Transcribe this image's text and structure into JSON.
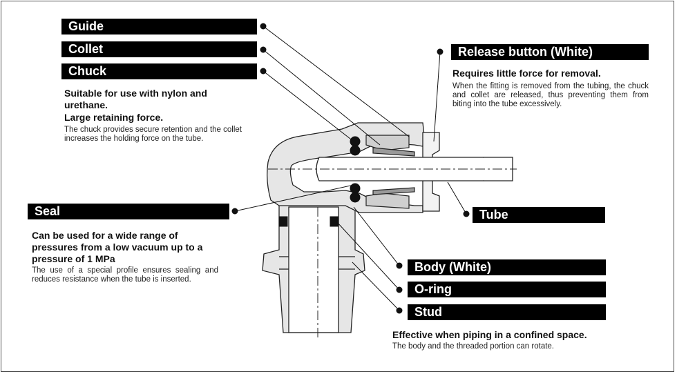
{
  "colors": {
    "label_bg": "#000000",
    "label_text": "#ffffff",
    "part_fill": "#e6e6e6",
    "frame": "#4a4a4a"
  },
  "labels": {
    "guide": "Guide",
    "collet": "Collet",
    "chuck": "Chuck",
    "release_button": "Release button (White)",
    "seal": "Seal",
    "tube": "Tube",
    "body": "Body (White)",
    "oring": "O-ring",
    "stud": "Stud"
  },
  "notes": {
    "chuck": {
      "head1": "Suitable for use with nylon and urethane.",
      "head2": "Large retaining force.",
      "body": "The chuck provides secure retention and the collet increases the holding force on the tube."
    },
    "release": {
      "head": "Requires little force for removal.",
      "body": "When the fitting is removed from the tubing, the chuck and collet are released, thus preventing them from biting into the tube excessively."
    },
    "seal": {
      "head": "Can be used for a wide range of pressures from a low vacuum up to a pressure of 1 MPa",
      "body": "The use of a special profile ensures sealing and reduces resistance when the tube is inserted."
    },
    "stud": {
      "head": "Effective when piping in a confined space.",
      "body": "The body and the threaded portion can rotate."
    }
  }
}
